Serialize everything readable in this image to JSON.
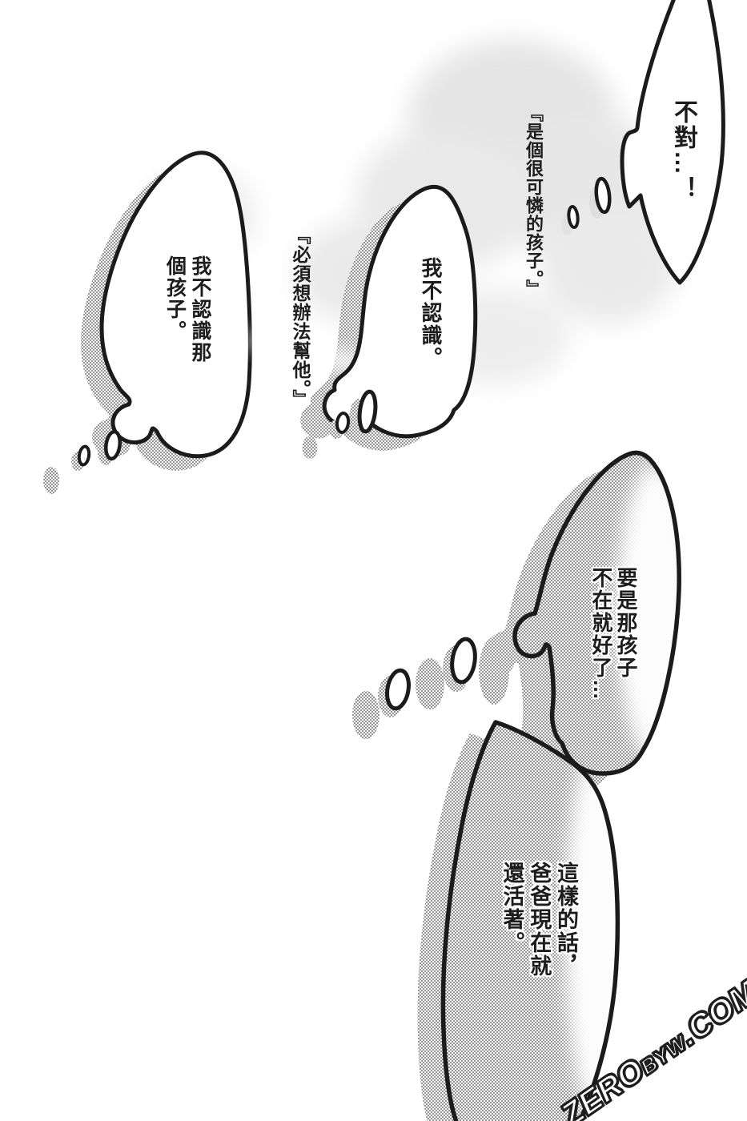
{
  "bubbles": {
    "top_right": {
      "text": "不對…！"
    },
    "narration_pity": {
      "text": "『是個很可憐的孩子。』"
    },
    "left": {
      "lines": [
        "我不認識那",
        "個孩子。"
      ]
    },
    "narration_help": {
      "text": "『必須想辦法幫他。』"
    },
    "middle": {
      "text": "我不認識。"
    },
    "wish": {
      "lines": [
        "要是那孩子",
        "不在就好了…"
      ]
    },
    "bottom": {
      "lines": [
        "這樣的話，",
        "爸爸現在就",
        "還活著。"
      ]
    }
  },
  "watermark": {
    "part1": "ZERO",
    "part2": "BYW",
    "part3": ".COM"
  },
  "colors": {
    "ink": "#1b1b1b",
    "screentone": "#c9c9c9",
    "paper": "#ffffff"
  }
}
